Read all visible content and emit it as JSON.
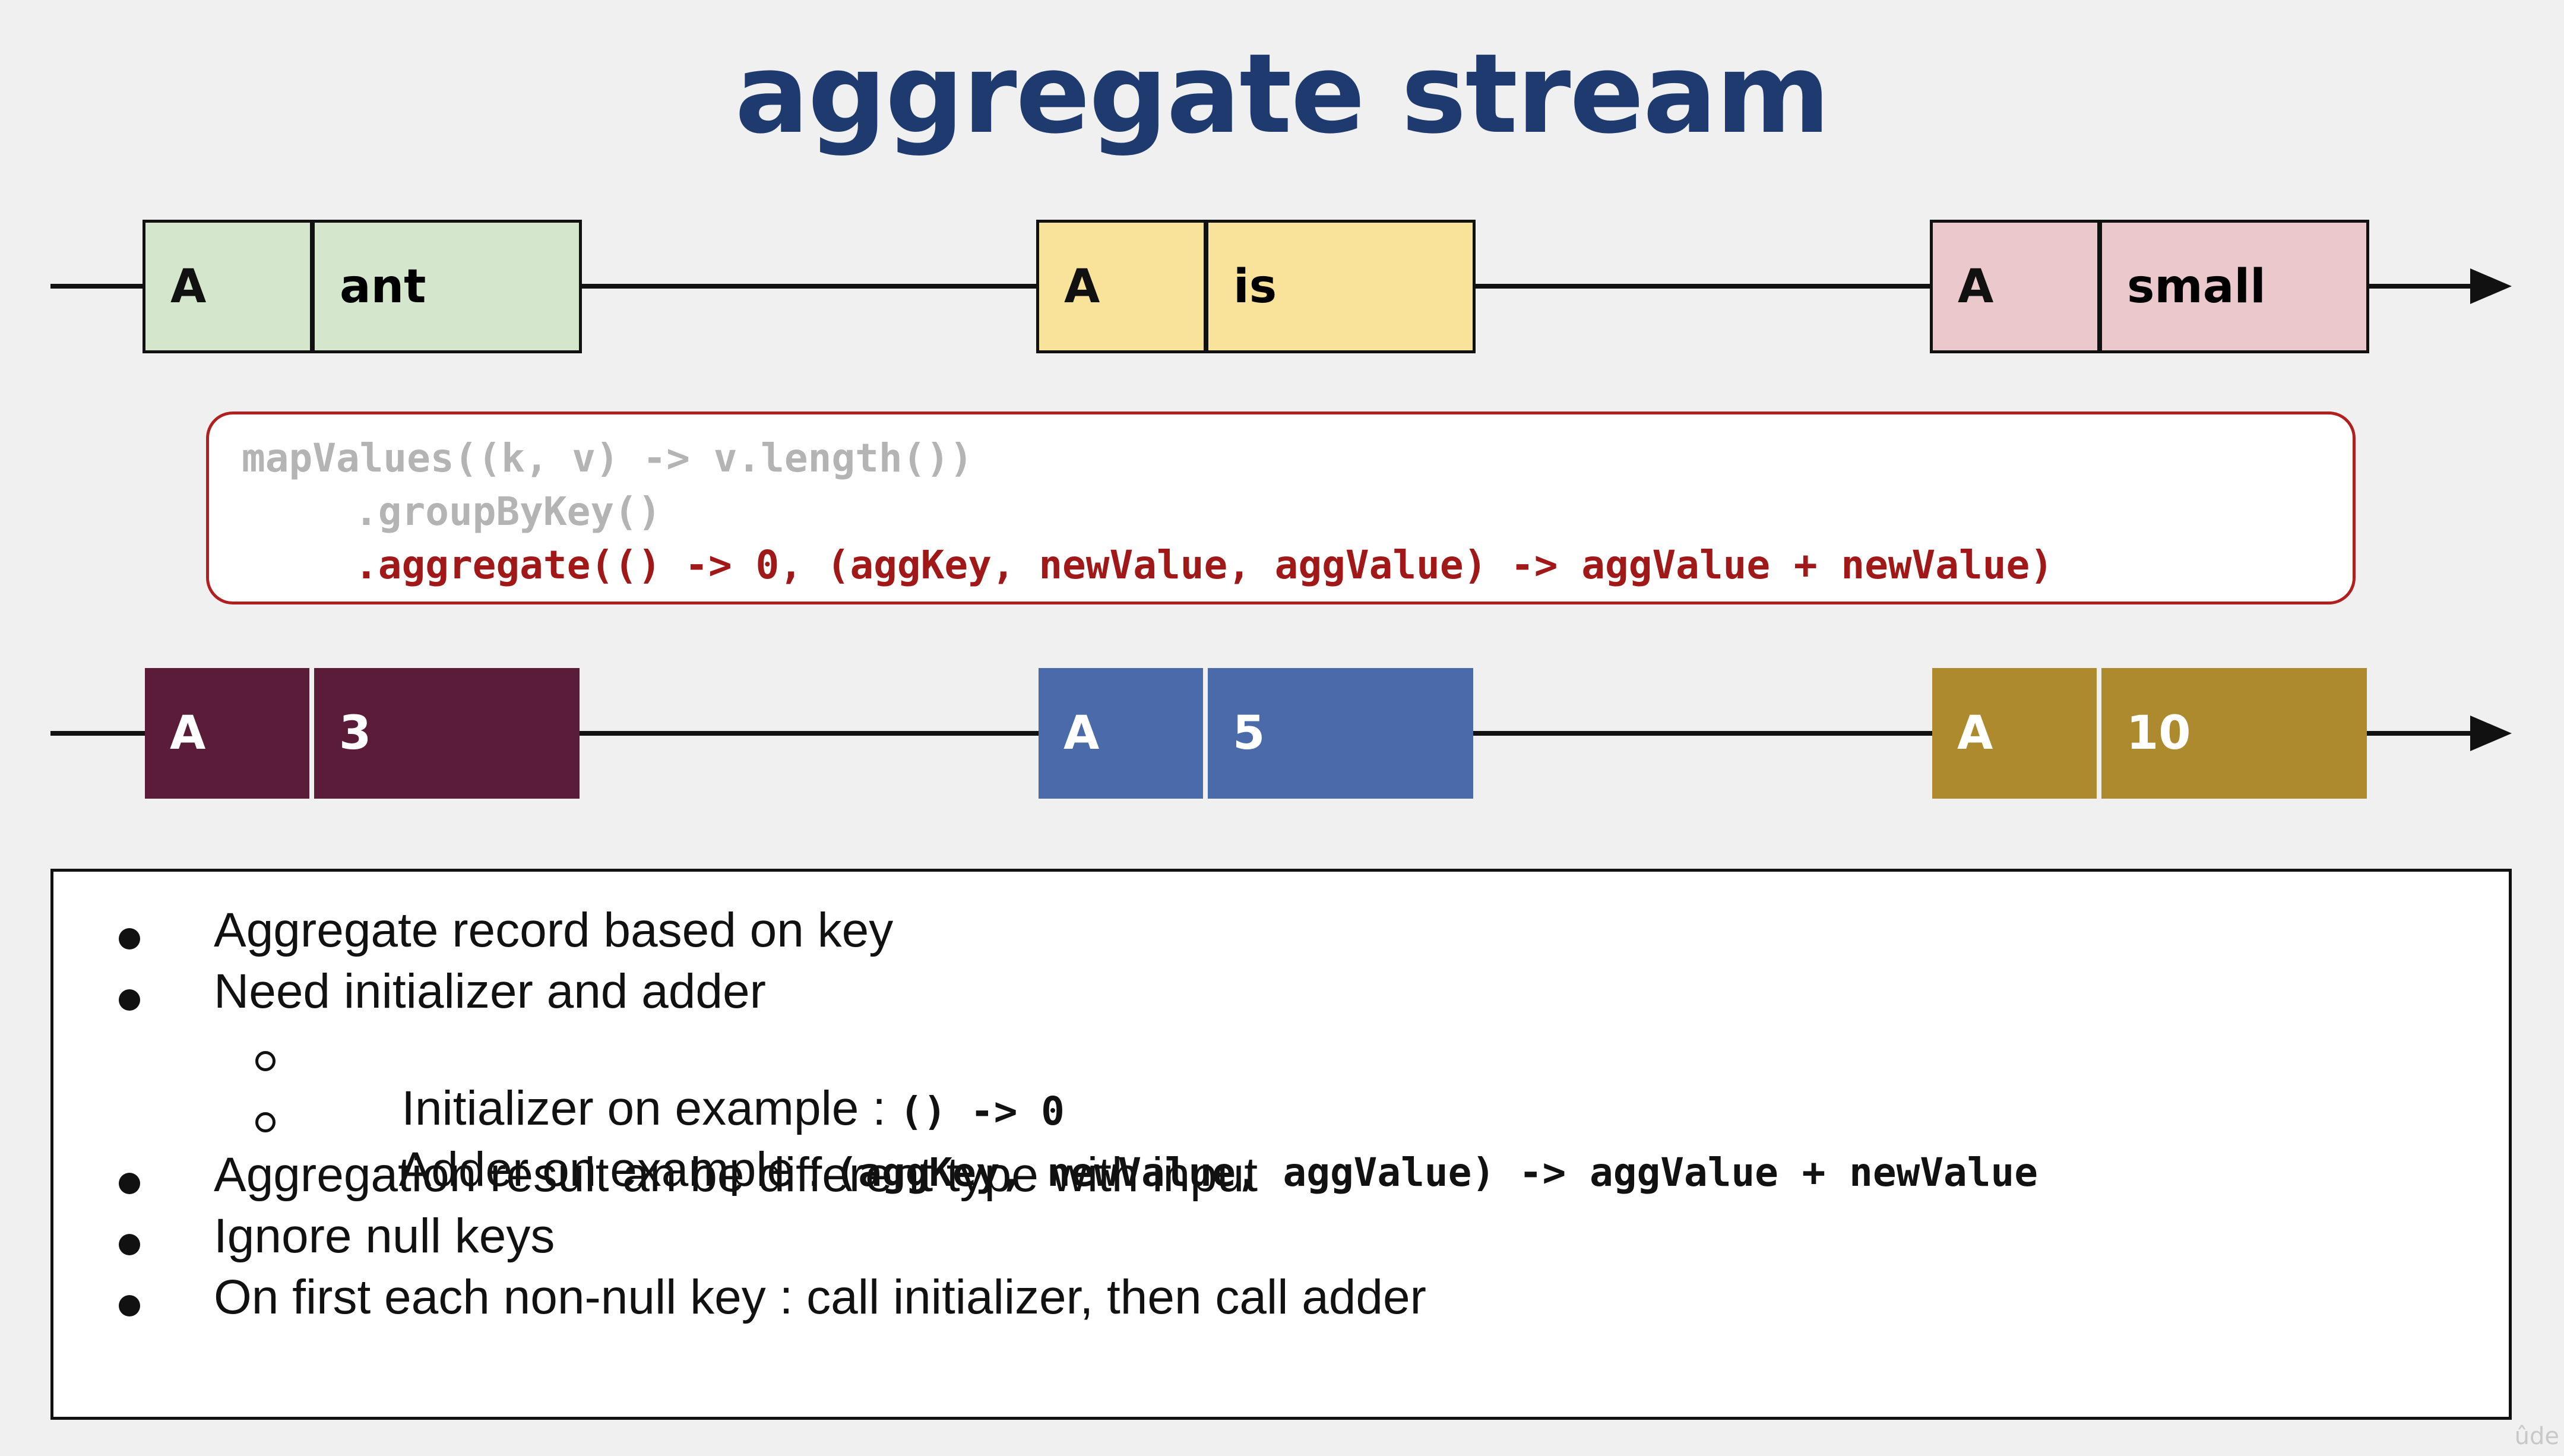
{
  "title": "aggregate stream",
  "input_stream": [
    {
      "key": "A",
      "value": "ant",
      "color": "#d4e6cc"
    },
    {
      "key": "A",
      "value": "is",
      "color": "#f9e29a"
    },
    {
      "key": "A",
      "value": "small",
      "color": "#eac8cc"
    }
  ],
  "code": {
    "line1": "mapValues((k, v) -> v.length())",
    "line2": ".groupByKey()",
    "line3": ".aggregate(() -> 0, (aggKey, newValue, aggValue) -> aggValue + newValue)",
    "muted_color": "#b4b4b4",
    "highlight_color": "#a01818"
  },
  "output_stream": [
    {
      "key": "A",
      "value": "3",
      "color": "#5a1c38"
    },
    {
      "key": "A",
      "value": "5",
      "color": "#4a6aaa"
    },
    {
      "key": "A",
      "value": "10",
      "color": "#ae8a2e"
    }
  ],
  "notes": {
    "b1": "Aggregate record based on key",
    "b2": "Need initializer and adder",
    "b2a_text": "Initializer on example : ",
    "b2a_code": "() -> 0",
    "b2b_text": "Adder on example : ",
    "b2b_code": "(aggKey, newValue, aggValue) -> aggValue + newValue",
    "b3": "Aggregation result an be different type with input",
    "b4": "Ignore null keys",
    "b5": "On first each non-null key : call initializer, then call adder"
  },
  "watermark": "ûde"
}
